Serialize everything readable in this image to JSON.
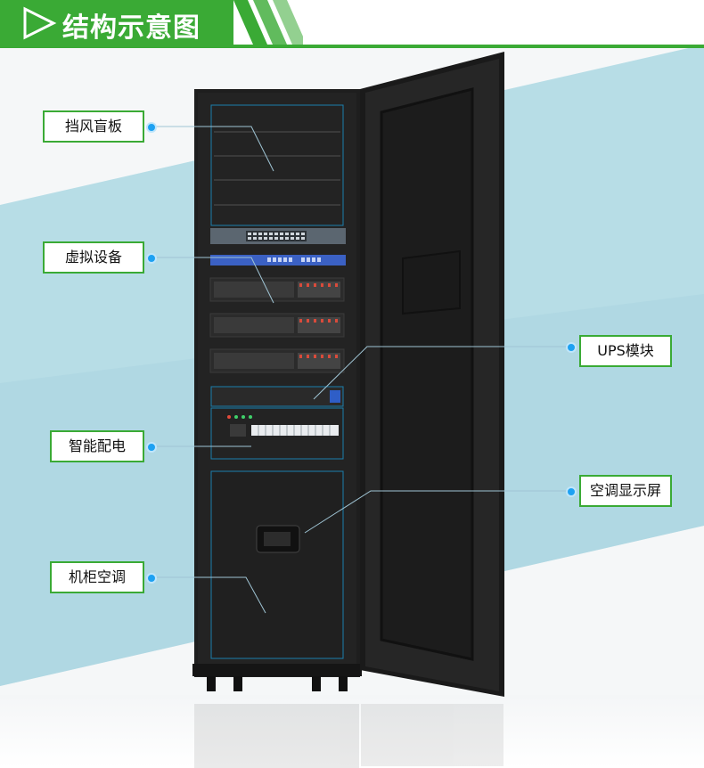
{
  "header": {
    "title": "结构示意图"
  },
  "labels": {
    "baffle": "挡风盲板",
    "virtual_devices": "虚拟设备",
    "smart_power": "智能配电",
    "cabinet_ac": "机柜空调",
    "ups": "UPS模块",
    "ac_display": "空调显示屏"
  },
  "colors": {
    "accent_green": "#3aaa35",
    "callout_blue": "#1da1f2",
    "cabinet": "#1e1e1e"
  }
}
